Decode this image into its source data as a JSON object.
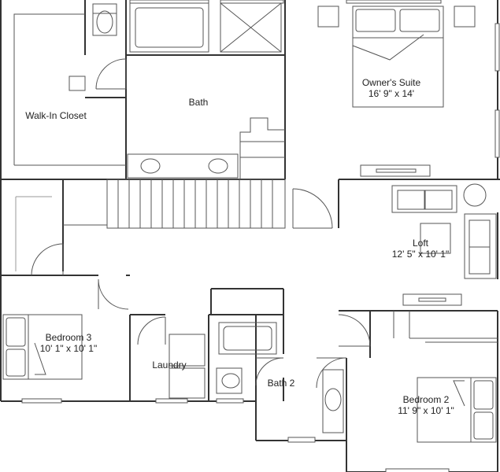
{
  "rooms": {
    "walk_in_closet": {
      "name": "Walk-In Closet"
    },
    "bath": {
      "name": "Bath"
    },
    "owners_suite": {
      "name": "Owner's Suite",
      "dims": "16' 9\" x 14'"
    },
    "loft": {
      "name": "Loft",
      "dims": "12' 5\" x 10' 1\""
    },
    "bedroom_3": {
      "name": "Bedroom 3",
      "dims": "10' 1\" x 10' 1\""
    },
    "laundry": {
      "name": "Laundry"
    },
    "bath_2": {
      "name": "Bath 2"
    },
    "bedroom_2": {
      "name": "Bedroom 2",
      "dims": "11' 9\" x 10' 1\""
    }
  }
}
